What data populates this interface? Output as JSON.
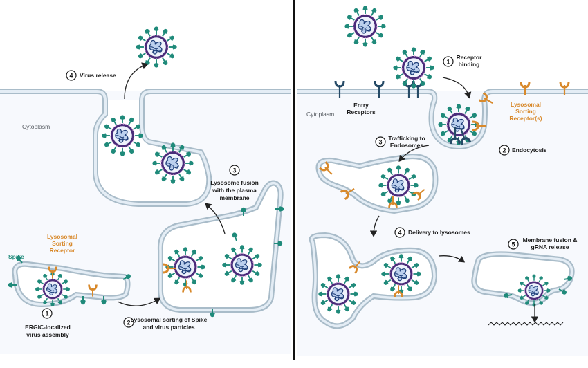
{
  "colors": {
    "membrane_outer": "#a9bcc9",
    "membrane_inner": "#dfe9f1",
    "cytoplasm": "#f7f9fd",
    "spike": "#1f8a7a",
    "envelope": "#4a2c7a",
    "envelope_dots": "#d7a6d8",
    "genome": "#1e3f7a",
    "receptor_entry": "#254a66",
    "receptor_lysosomal": "#d8892b",
    "divider": "#111111",
    "arrow": "#222222"
  },
  "left_panel": {
    "cytoplasm_label": "Cytoplasm",
    "spike_label": "Spike",
    "lysosomal_receptor_label": [
      "Lysosomal",
      "Sorting",
      "Receptor"
    ],
    "steps": [
      {
        "num": "1",
        "text": [
          "ERGIC-localized",
          "virus assembly"
        ]
      },
      {
        "num": "2",
        "text": [
          "Lysosomal sorting of Spike",
          "and virus particles"
        ]
      },
      {
        "num": "3",
        "text": [
          "Lysosome fusion",
          "with the plasma",
          "membrane"
        ]
      },
      {
        "num": "4",
        "text": [
          "Virus release"
        ]
      }
    ]
  },
  "right_panel": {
    "cytoplasm_label": "Cytoplasm",
    "entry_receptors_label": [
      "Entry",
      "Receptors"
    ],
    "lysosomal_receptor_label": [
      "Lysosomal",
      "Sorting",
      "Receptor(s)"
    ],
    "steps": [
      {
        "num": "1",
        "text": [
          "Receptor",
          "binding"
        ]
      },
      {
        "num": "2",
        "text": [
          "Endocytosis"
        ]
      },
      {
        "num": "3",
        "text": [
          "Trafficking to",
          "Endosomes"
        ]
      },
      {
        "num": "4",
        "text": [
          "Delivery to lysosomes"
        ]
      },
      {
        "num": "5",
        "text": [
          "Membrane fusion &",
          "gRNA release"
        ]
      }
    ]
  }
}
